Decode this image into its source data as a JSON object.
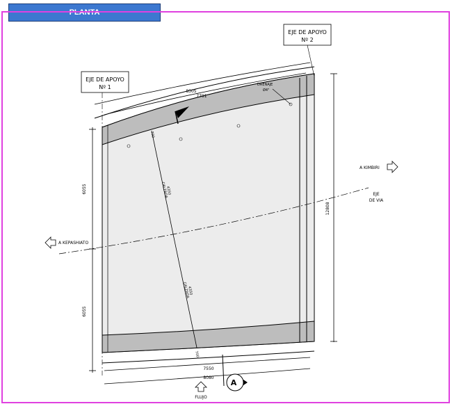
{
  "title": "PLANTA",
  "support_axes": {
    "axis_1": {
      "line1": "EJE DE APOYO",
      "line2": "Nº 1"
    },
    "axis_2": {
      "line1": "EJE DE APOYO",
      "line2": "Nº 2"
    }
  },
  "dimensions": {
    "top_outer": "8305",
    "top_inner": "7791",
    "bottom_inner": "7550",
    "bottom_outer": "8080",
    "left_upper": "6055",
    "left_lower": "6055",
    "right_total": "12808",
    "beam_top": "700",
    "beam_bottom": "700"
  },
  "labels": {
    "drainage_line1": "DRENAJE",
    "drainage_line2": "Ø4\"",
    "roadway_upper_1": "4350",
    "roadway_upper_2": "CALZADA",
    "roadway_lower_1": "4350",
    "roadway_lower_2": "CALZADA",
    "road_axis_1": "EJE",
    "road_axis_2": "DE VIA",
    "direction_right": "A KIMBIRI",
    "direction_left": "A KEPASHIATO",
    "flow": "FLUJO",
    "section_marker": "A"
  },
  "colors": {
    "frame": "#e040e0",
    "title_bg": "#3c78d0",
    "deck_fill": "#ececec",
    "beam_fill": "#bdbdbd",
    "line": "#000000"
  }
}
